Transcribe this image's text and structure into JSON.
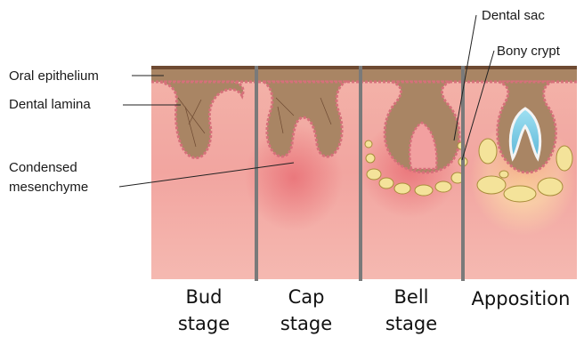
{
  "labels": {
    "oral_epithelium": "Oral epithelium",
    "dental_lamina": "Dental lamina",
    "condensed_1": "Condensed",
    "condensed_2": "mesenchyme",
    "dental_sac": "Dental sac",
    "bony_crypt": "Bony crypt"
  },
  "stages": [
    {
      "line1": "Bud",
      "line2": "stage"
    },
    {
      "line1": "Cap",
      "line2": "stage"
    },
    {
      "line1": "Bell",
      "line2": "stage"
    },
    {
      "line1": "Apposition",
      "line2": ""
    }
  ],
  "colors": {
    "tissue_pink": "#f1a39d",
    "tissue_deep": "#e9747a",
    "epithelium_brown": "#a98564",
    "epithelium_dark": "#6e4a32",
    "border_pink": "#d6707a",
    "bone_yellow": "#f4e39a",
    "enamel_blue": "#7fd0ea",
    "divider_gray": "#7a7a7a"
  }
}
